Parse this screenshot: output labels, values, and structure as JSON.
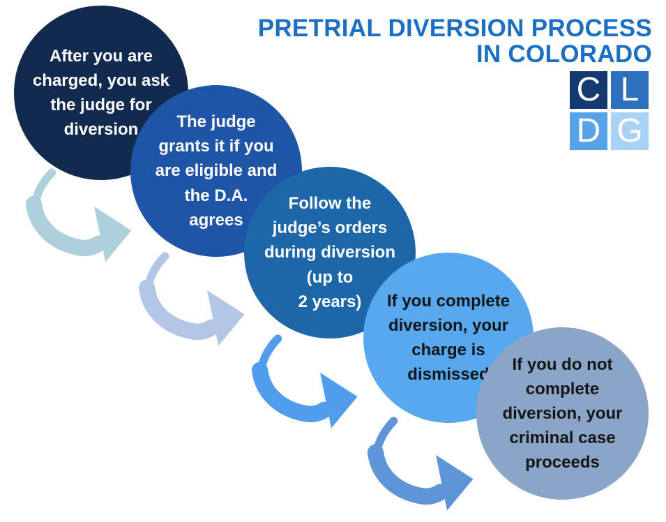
{
  "title": {
    "line1": "PRETRIAL DIVERSION PROCESS",
    "line2": "IN COLORADO",
    "color": "#1b6fc2"
  },
  "logo": {
    "squares": [
      {
        "letter": "C",
        "bg": "#153a70"
      },
      {
        "letter": "L",
        "bg": "#2e6fbe"
      },
      {
        "letter": "D",
        "bg": "#57a3e8"
      },
      {
        "letter": "G",
        "bg": "#a9d3f4"
      }
    ]
  },
  "steps": [
    {
      "text": "After you are\ncharged, you ask\nthe judge for\ndiversion",
      "bg": "#122a4d",
      "fg": "#ffffff"
    },
    {
      "text": "The judge\ngrants it if you\nare eligible and\nthe D.A.\nagrees",
      "bg": "#1e55a6",
      "fg": "#ffffff"
    },
    {
      "text": "Follow the\njudge’s orders\nduring diversion\n(up to\n2 years)",
      "bg": "#1d66a8",
      "fg": "#ffffff"
    },
    {
      "text": "If you complete\ndiversion, your\ncharge is\ndismissed",
      "bg": "#58a8ef",
      "fg": "#151515"
    },
    {
      "text": "If you do not\ncomplete\ndiversion, your\ncriminal case\nproceeds",
      "bg": "#8ba5c8",
      "fg": "#151515"
    }
  ],
  "arrows": [
    {
      "color": "#aed0dd"
    },
    {
      "color": "#b4c6e6"
    },
    {
      "color": "#4f9deb"
    },
    {
      "color": "#5e95d8"
    }
  ]
}
